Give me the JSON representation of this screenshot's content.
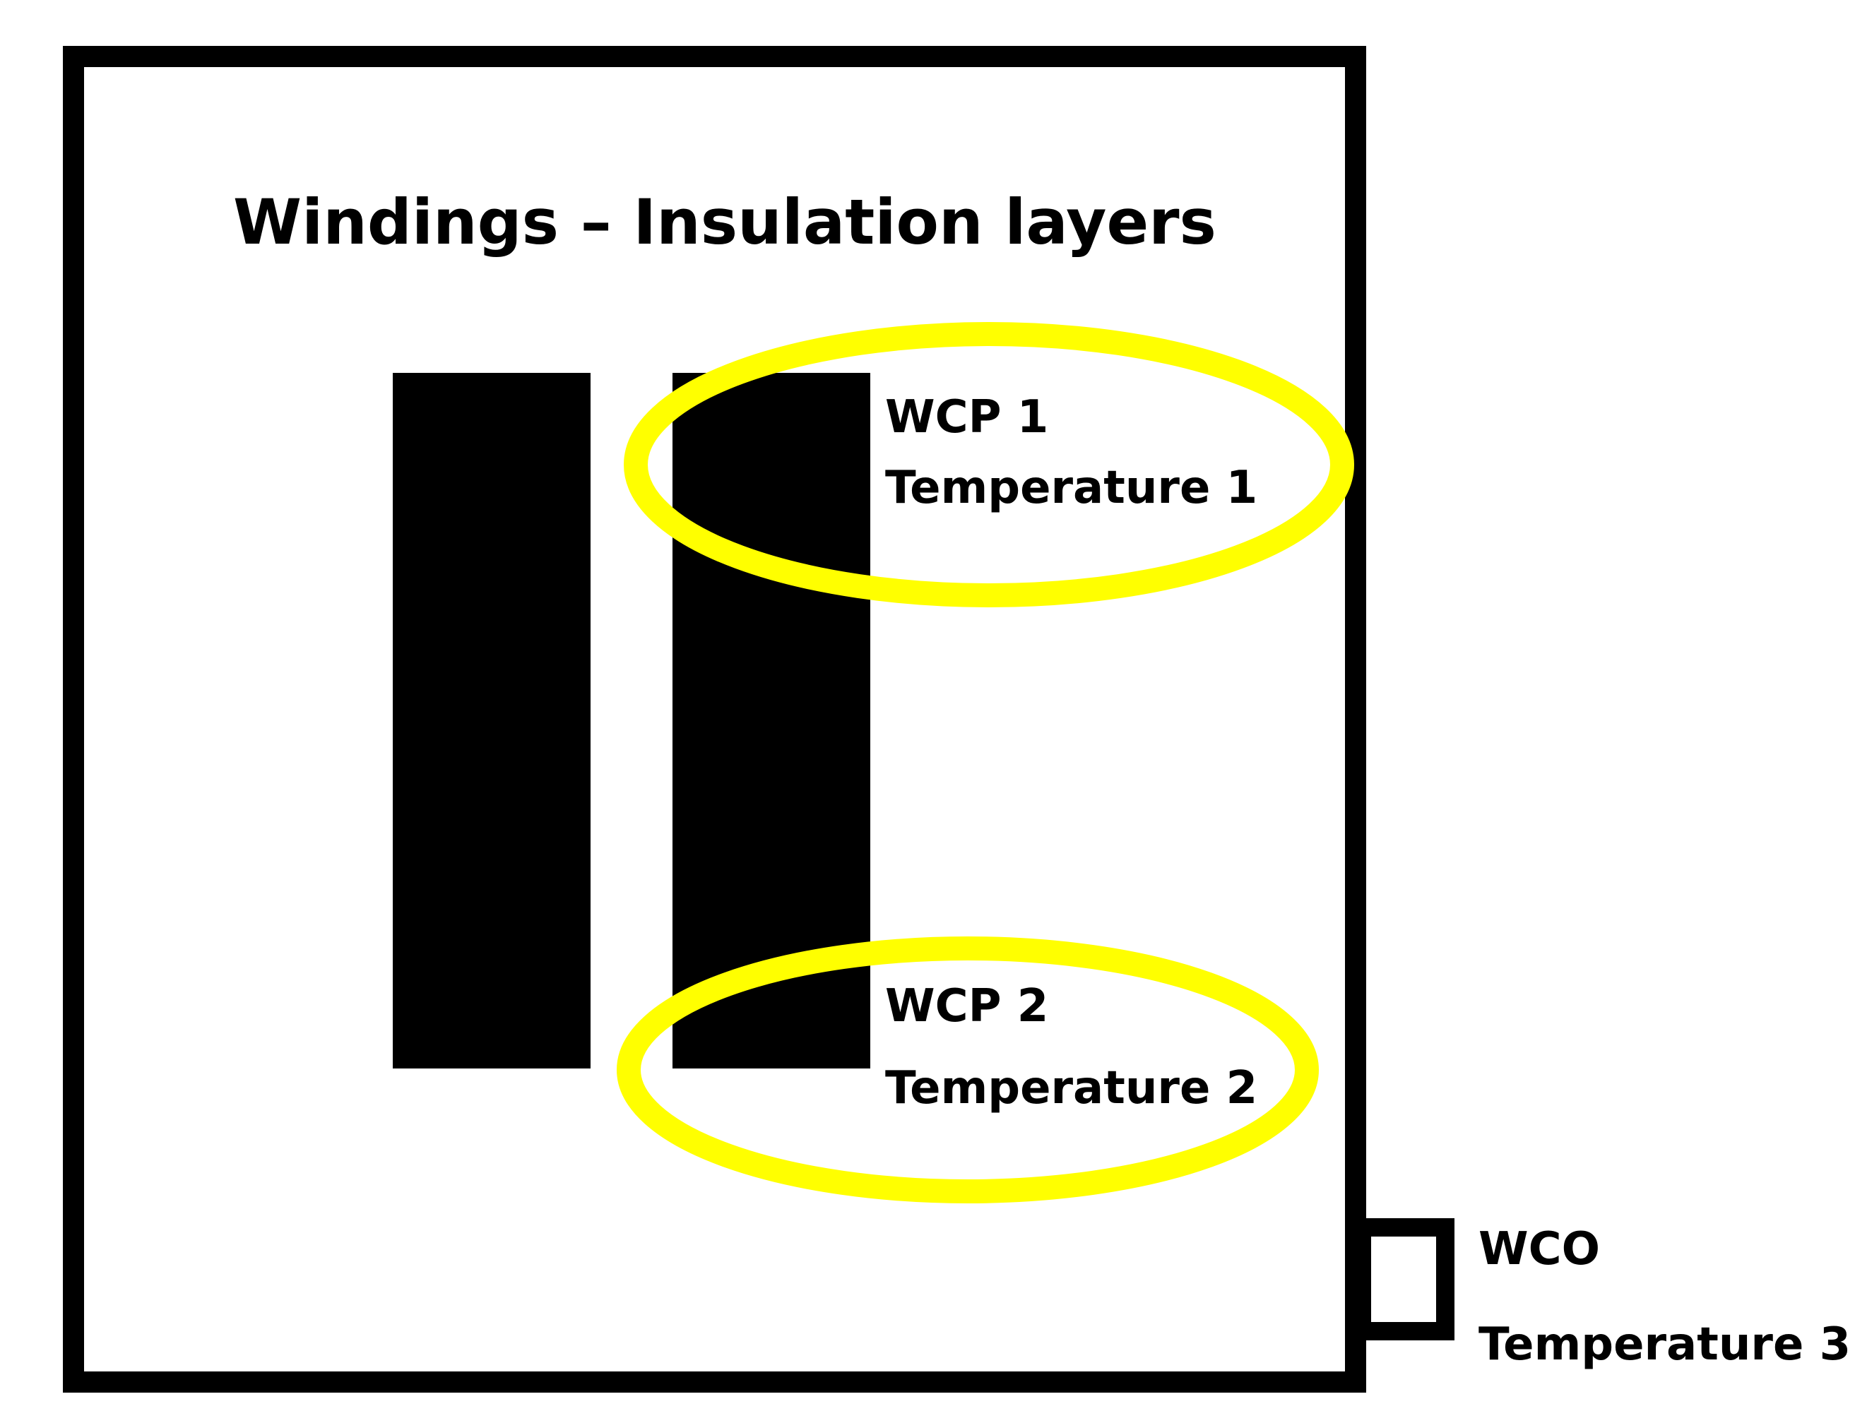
{
  "diagram": {
    "title": "Windings – Insulation layers",
    "probes": [
      {
        "code": "WCP 1",
        "measurement": "Temperature 1"
      },
      {
        "code": "WCP 2",
        "measurement": "Temperature 2"
      },
      {
        "code": "WCO",
        "measurement": "Temperature 3"
      }
    ],
    "colors": {
      "outline": "#000000",
      "winding_fill": "#000000",
      "highlight": "#ffff00",
      "background": "#ffffff"
    }
  }
}
